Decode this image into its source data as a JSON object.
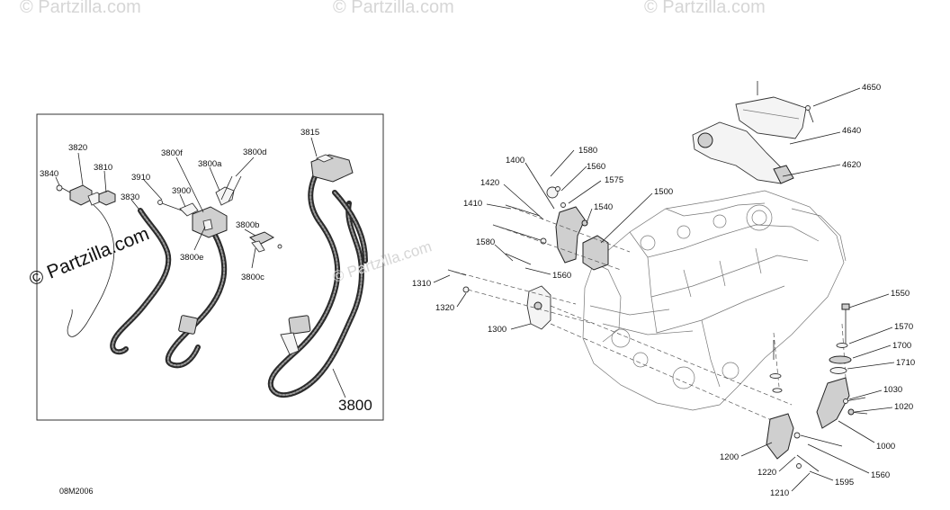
{
  "watermarks": {
    "top": [
      "© Partzilla.com",
      "© Partzilla.com",
      "© Partzilla.com"
    ],
    "inset": "© Partzilla.com",
    "main": "© Partzilla.com"
  },
  "footer_code": "08M2006",
  "callouts": {
    "c3840": "3840",
    "c3820": "3820",
    "c3810": "3810",
    "c3910": "3910",
    "c3830": "3830",
    "c3800f": "3800f",
    "c3900": "3900",
    "c3800a": "3800a",
    "c3800d": "3800d",
    "c3815": "3815",
    "c3800b": "3800b",
    "c3800e": "3800e",
    "c3800c": "3800c",
    "c3800": "3800",
    "c1580a": "1580",
    "c1400": "1400",
    "c1560a": "1560",
    "c1420": "1420",
    "c1575": "1575",
    "c1410": "1410",
    "c1500": "1500",
    "c1540": "1540",
    "c1580b": "1580",
    "c1560b": "1560",
    "c1310": "1310",
    "c1320": "1320",
    "c1300": "1300",
    "c4650": "4650",
    "c4640": "4640",
    "c4620": "4620",
    "c1550": "1550",
    "c1570": "1570",
    "c1700": "1700",
    "c1710": "1710",
    "c1030": "1030",
    "c1020": "1020",
    "c1000": "1000",
    "c1200": "1200",
    "c1560c": "1560",
    "c1220": "1220",
    "c1595": "1595",
    "c1210": "1210"
  }
}
